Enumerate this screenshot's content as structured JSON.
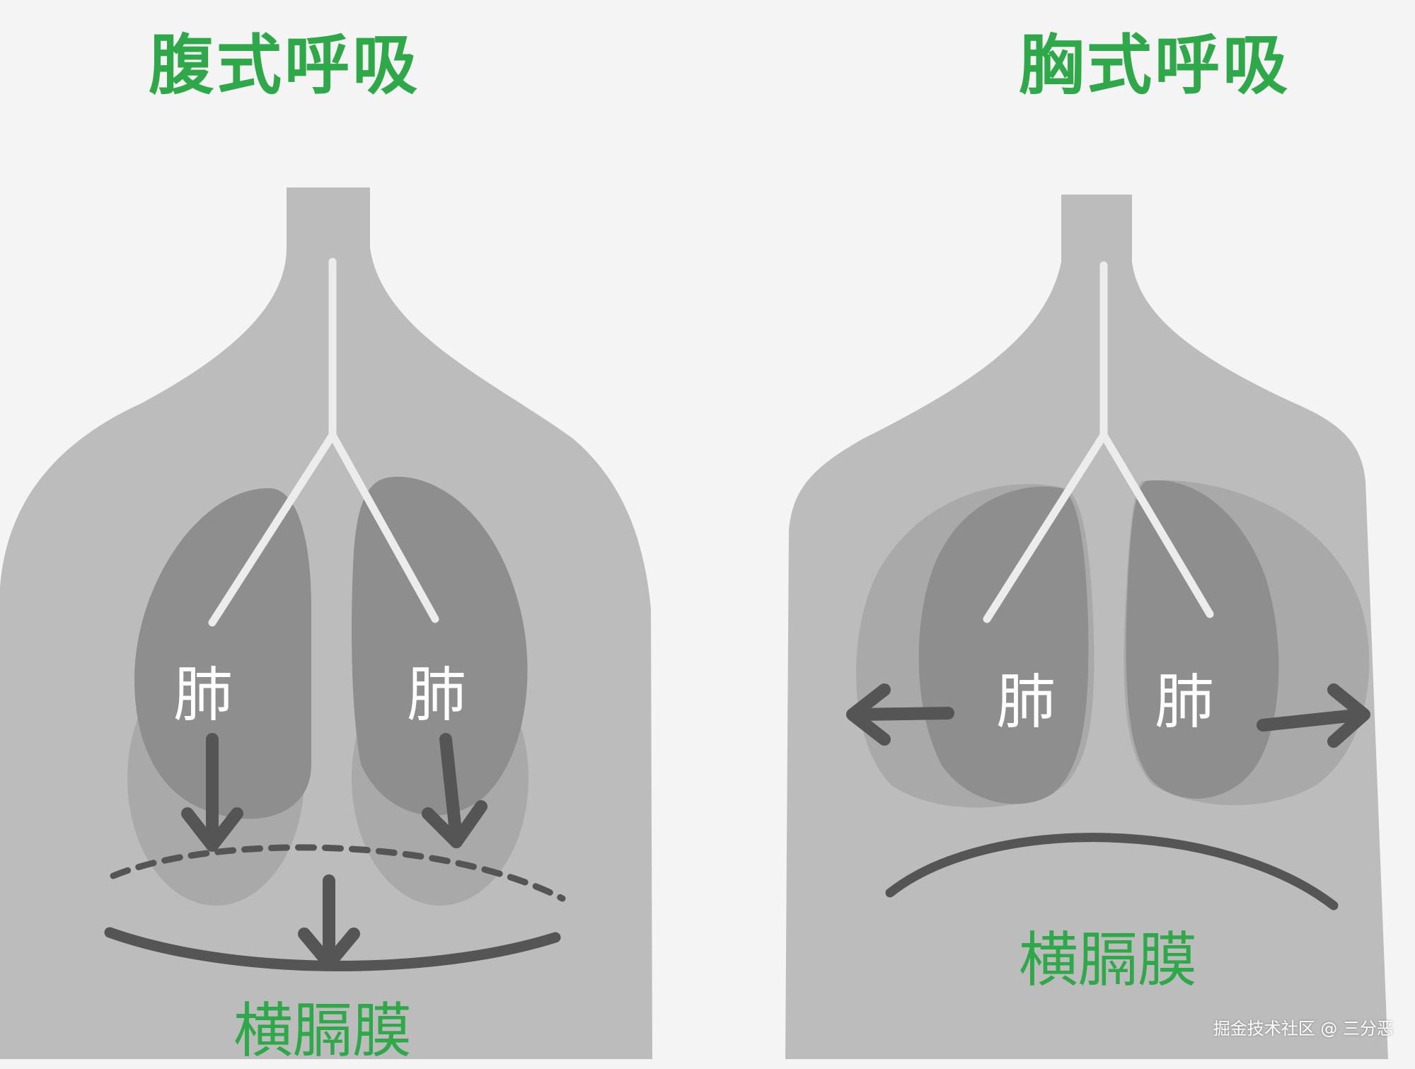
{
  "titles": {
    "abdominal": "腹式呼吸",
    "chest": "胸式呼吸"
  },
  "labels": {
    "lung": "肺",
    "diaphragm": "横膈膜"
  },
  "watermark": "掘金技术社区 @ 三分恶",
  "colors": {
    "title_green": "#2fa84a",
    "torso_gray": "#bcbcbc",
    "lung_dark": "#8e8e8e",
    "lung_light": "#a9a9a9",
    "arrow_dark": "#5a5a5a",
    "background": "#f4f4f4"
  }
}
